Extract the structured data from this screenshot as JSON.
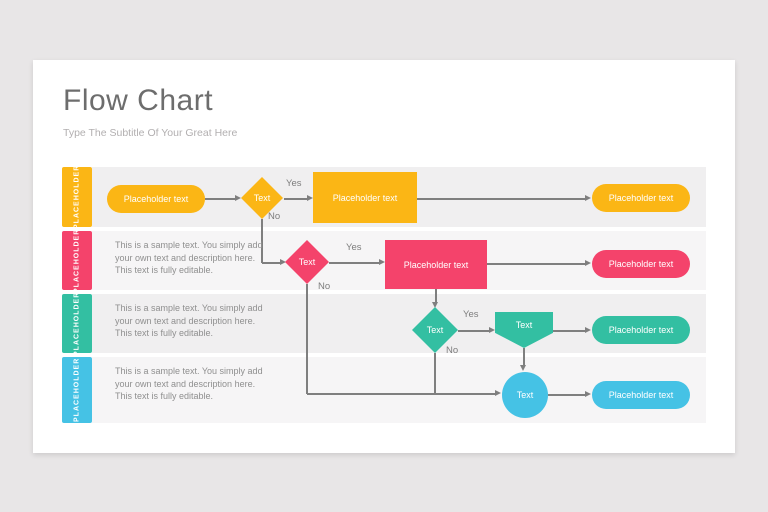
{
  "page_title": "Flow Chart",
  "subtitle": "Type The Subtitle Of Your Great Here",
  "labels": {
    "yes": "Yes",
    "no": "No",
    "node": "Text",
    "placeholder": "Placeholder text",
    "sample": "This is a sample text. You simply add your own text and description here. This text is fully editable."
  },
  "lanes": [
    {
      "tab": "PLACEHOLDER",
      "color": "#FBB615"
    },
    {
      "tab": "PLACEHOLDER",
      "color": "#F4436B"
    },
    {
      "tab": "PLACEHOLDER",
      "color": "#33BFA2"
    },
    {
      "tab": "PLACEHOLDER",
      "color": "#45C2E5"
    }
  ],
  "colors": {
    "page_bg": "#e8e6e7",
    "slide_bg": "#ffffff",
    "lane_bg_odd": "#f0eff0",
    "lane_bg_even": "#f6f5f6",
    "connector": "#7f7f7f",
    "title_text": "#6d6d6d",
    "subtitle_text": "#b2afb0",
    "body_text": "#8f8f8f"
  },
  "edges": [
    {
      "from": "row1-start-pill",
      "to": "row1-decision"
    },
    {
      "from": "row1-decision",
      "to": "row1-process",
      "label": "Yes"
    },
    {
      "from": "row1-decision",
      "to": "row2-decision",
      "label": "No"
    },
    {
      "from": "row1-process",
      "to": "row1-end-pill"
    },
    {
      "from": "row2-decision",
      "to": "row2-process",
      "label": "Yes"
    },
    {
      "from": "row2-decision",
      "to": "row4-circle",
      "label": "No"
    },
    {
      "from": "row2-process",
      "to": "row2-end-pill"
    },
    {
      "from": "row2-process",
      "to": "row3-decision"
    },
    {
      "from": "row3-decision",
      "to": "row3-pentagon",
      "label": "Yes"
    },
    {
      "from": "row3-decision",
      "to": "row4-circle",
      "label": "No"
    },
    {
      "from": "row3-pentagon",
      "to": "row3-end-pill"
    },
    {
      "from": "row3-pentagon",
      "to": "row4-circle"
    },
    {
      "from": "row4-circle",
      "to": "row4-end-pill"
    }
  ]
}
